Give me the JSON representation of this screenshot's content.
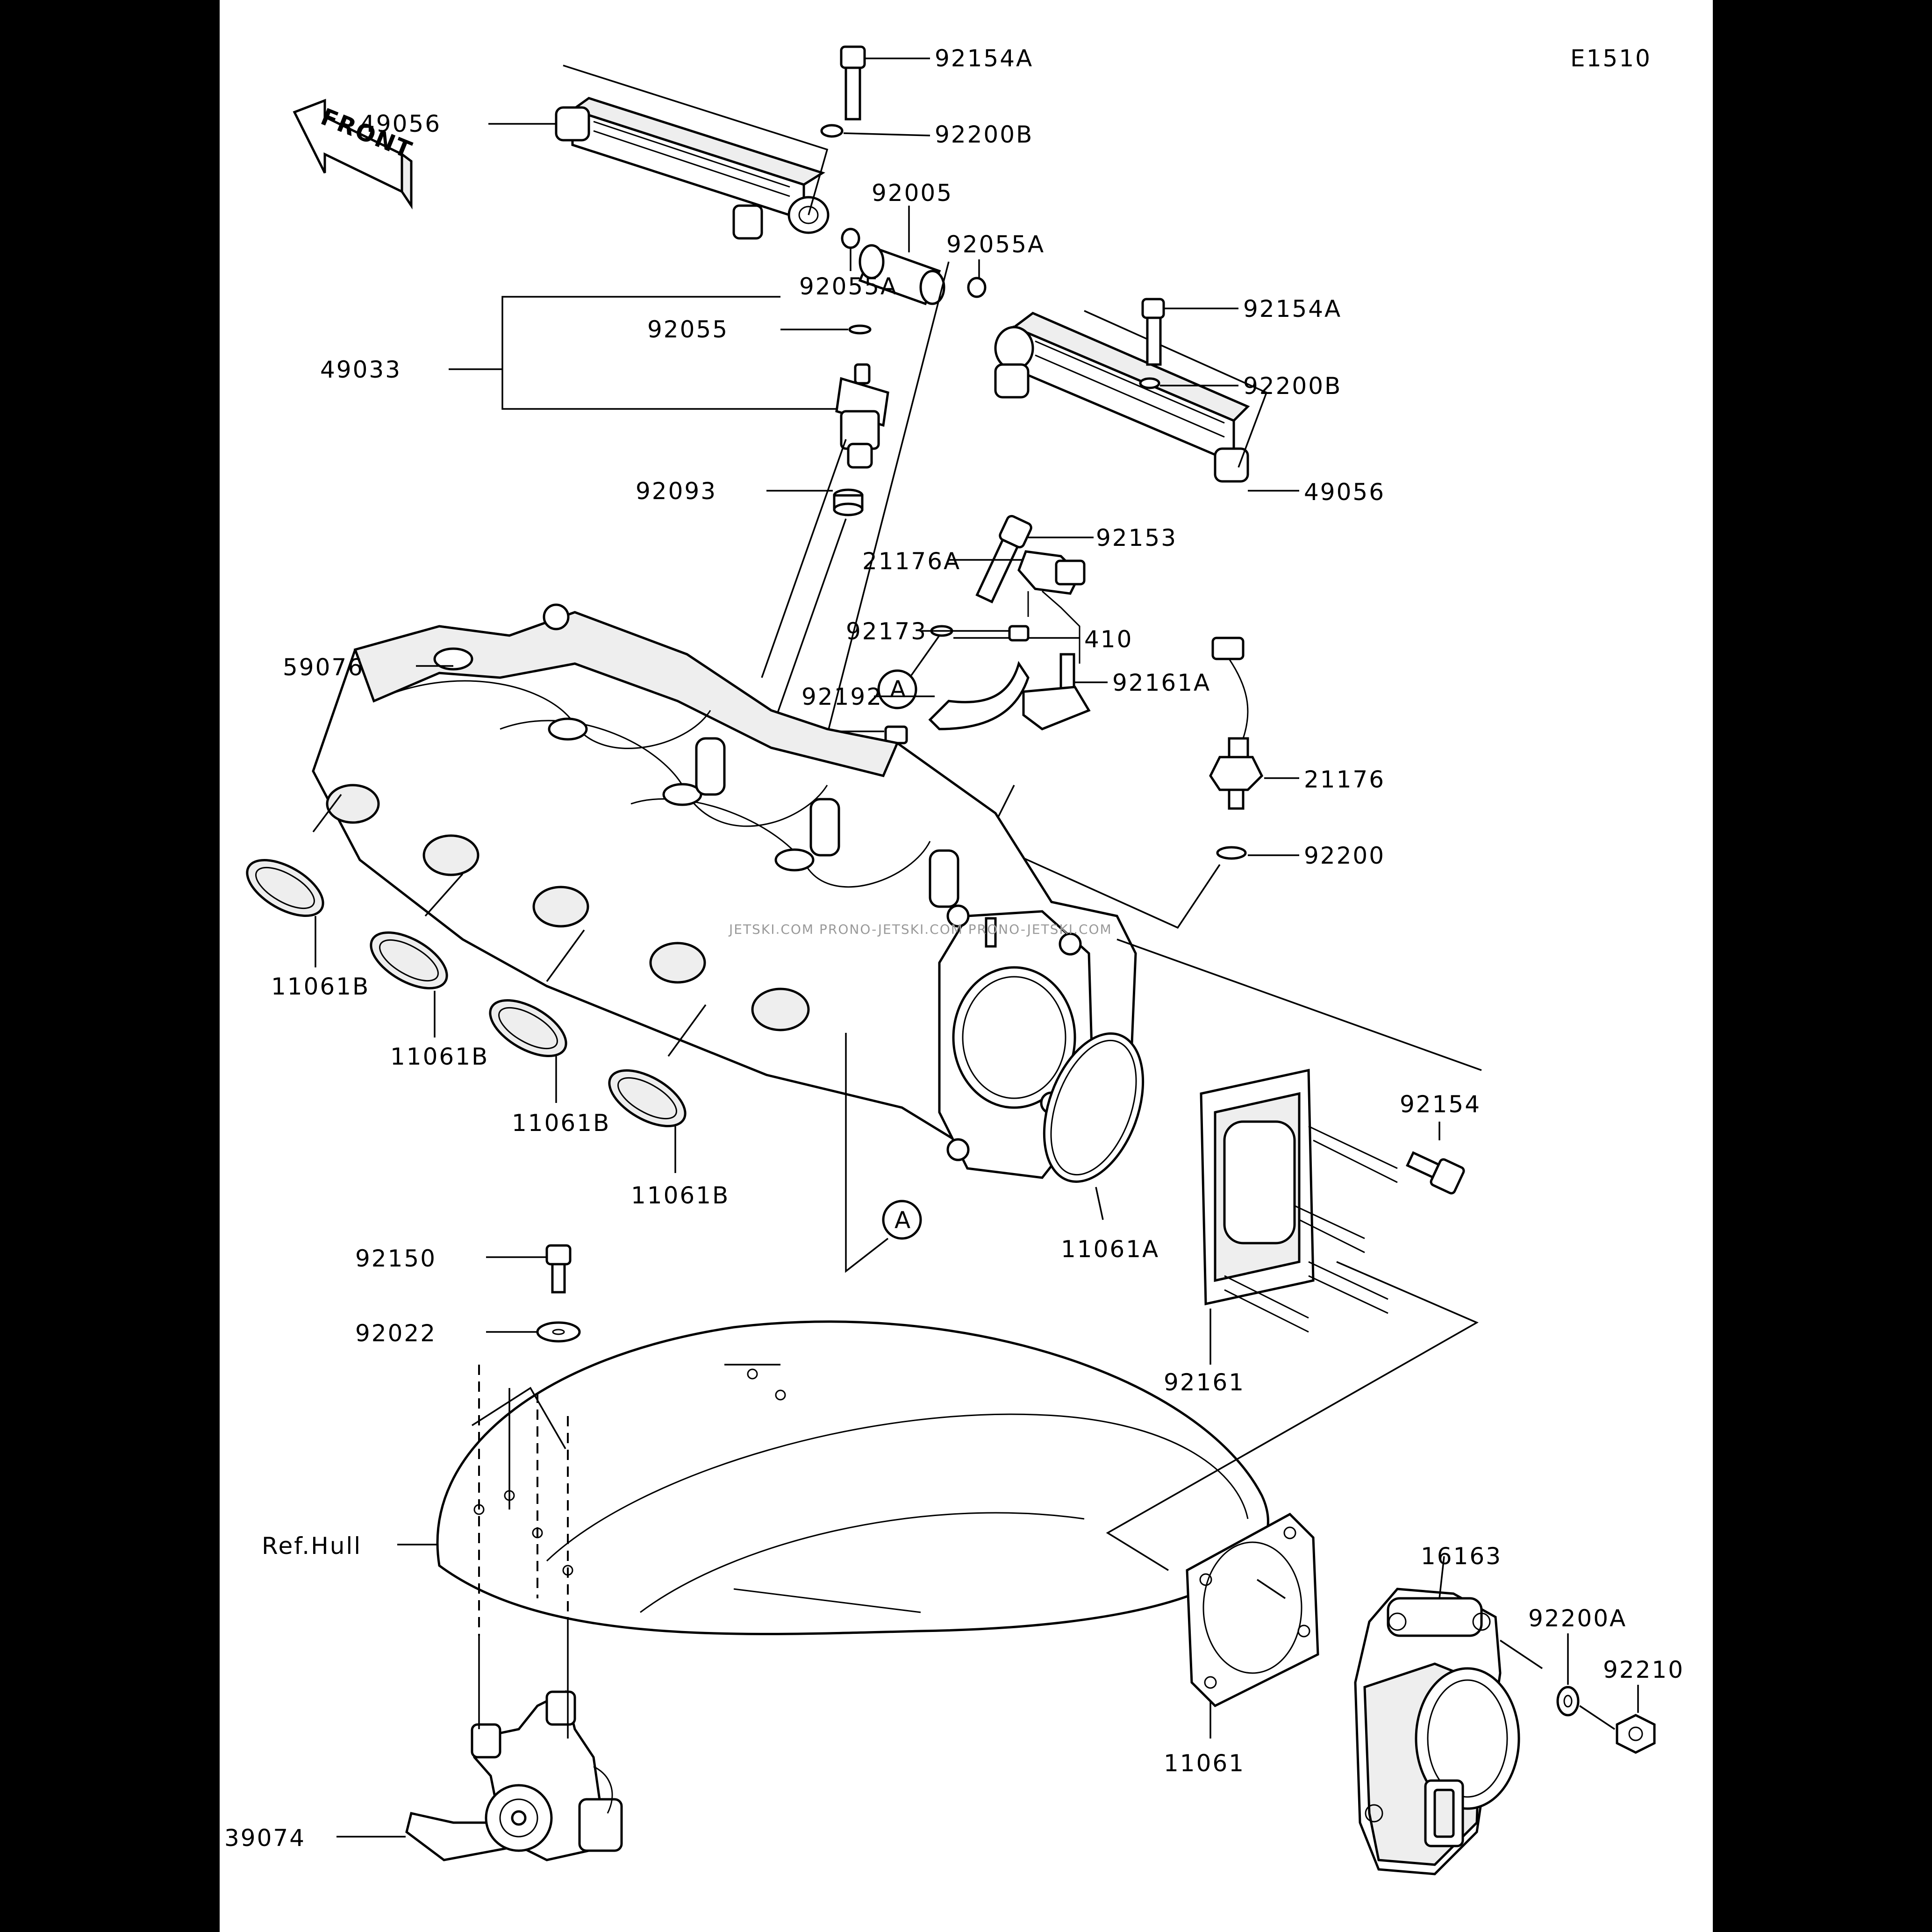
{
  "diagram_code": "E1510",
  "front_label": "FRONT",
  "callout_a_top": "A",
  "callout_a_bottom": "A",
  "watermark": "JETSKI.COM  PRONO-JETSKI.COM  PRONO-JETSKI.COM",
  "labels": {
    "p92154A_top": "92154A",
    "p92200B_top": "92200B",
    "p49056_top": "49056",
    "p92005": "92005",
    "p92055A_right": "92055A",
    "p92055A_left": "92055A",
    "p92154A_mid": "92154A",
    "p92200B_mid": "92200B",
    "p49056_bottom": "49056",
    "p92055": "92055",
    "p49033": "49033",
    "p92093": "92093",
    "p92153": "92153",
    "p410": "410",
    "p21176A": "21176A",
    "p92173_top": "92173",
    "p92161A": "92161A",
    "p92192": "92192",
    "p92173_bottom": "92173",
    "p59076": "59076",
    "p21176": "21176",
    "p92200": "92200",
    "p11061B_1": "11061B",
    "p11061B_2": "11061B",
    "p11061B_3": "11061B",
    "p11061B_4": "11061B",
    "p92154": "92154",
    "p11061A": "11061A",
    "p92150": "92150",
    "p92022": "92022",
    "p92161": "92161",
    "ref_hull": "Ref.Hull",
    "p16163": "16163",
    "p92200A": "92200A",
    "p92210": "92210",
    "p11061": "11061",
    "p39074": "39074"
  }
}
